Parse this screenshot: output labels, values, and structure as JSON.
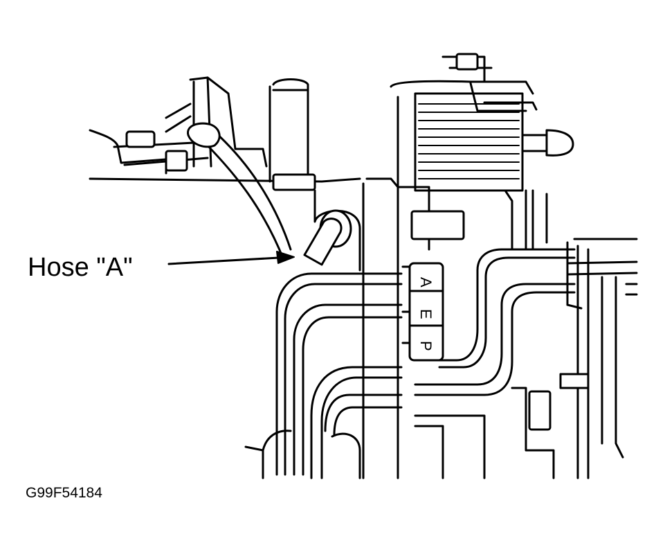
{
  "callout": {
    "label": "Hose \"A\""
  },
  "figure_id": "G99F54184",
  "port_labels": [
    "A",
    "E",
    "P"
  ],
  "colors": {
    "ink": "#000000",
    "paper": "#ffffff"
  }
}
